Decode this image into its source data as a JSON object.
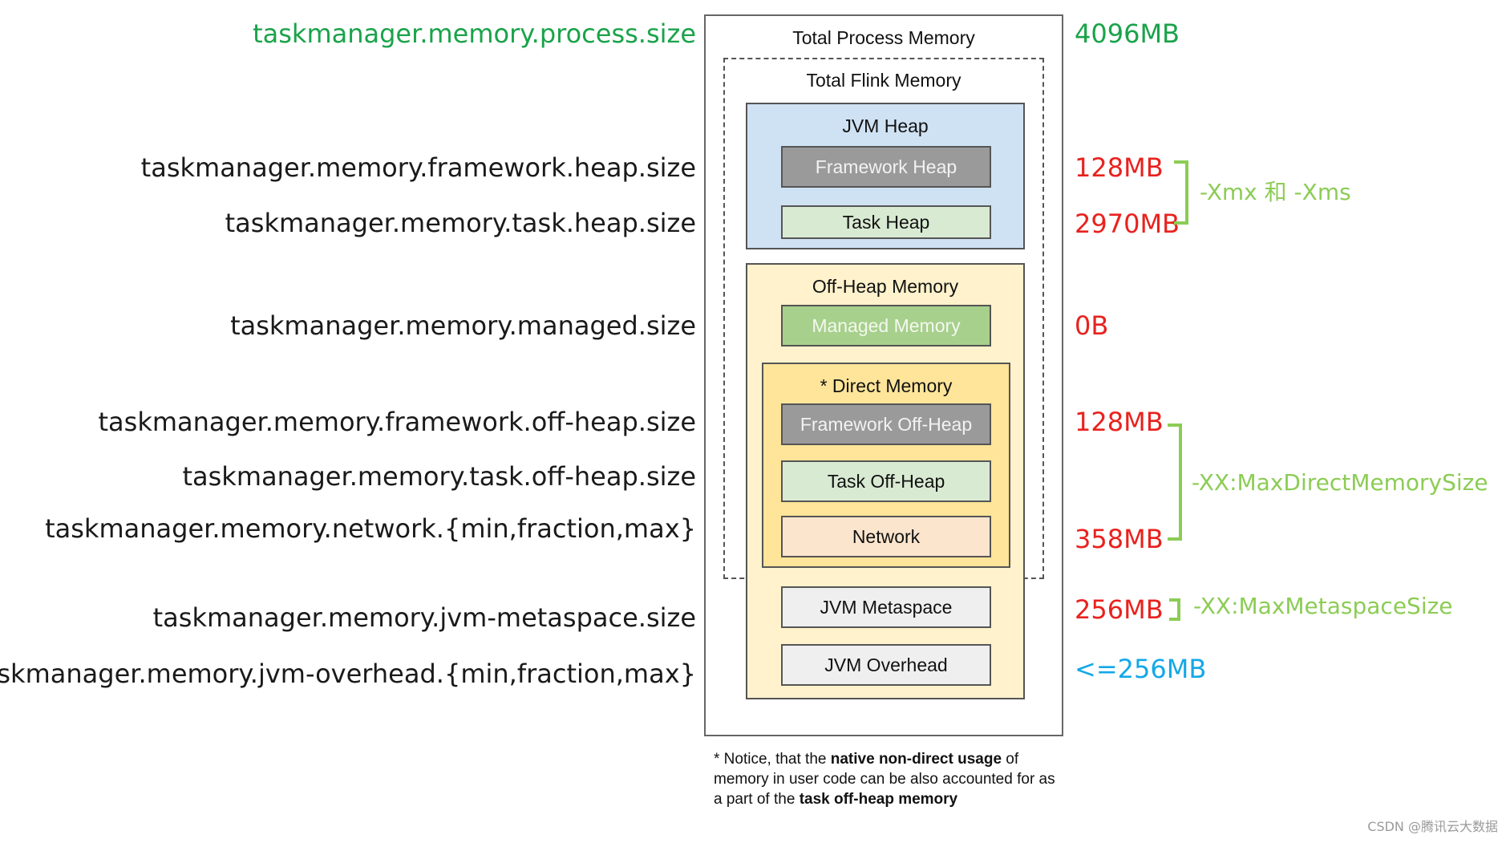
{
  "params": {
    "process": "taskmanager.memory.process.size",
    "framework_heap": "taskmanager.memory.framework.heap.size",
    "task_heap": "taskmanager.memory.task.heap.size",
    "managed": "taskmanager.memory.managed.size",
    "framework_offheap": "taskmanager.memory.framework.off-heap.size",
    "task_offheap": "taskmanager.memory.task.off-heap.size",
    "network": "taskmanager.memory.network.{min,fraction,max}",
    "metaspace": "taskmanager.memory.jvm-metaspace.size",
    "overhead": "taskmanager.memory.jvm-overhead.{min,fraction,max}"
  },
  "diagram": {
    "total_process": "Total Process Memory",
    "total_flink": "Total Flink Memory",
    "jvm_heap": "JVM Heap",
    "framework_heap": "Framework Heap",
    "task_heap": "Task Heap",
    "offheap": "Off-Heap Memory",
    "managed": "Managed Memory",
    "direct": "* Direct Memory",
    "framework_offheap": "Framework Off-Heap",
    "task_offheap": "Task Off-Heap",
    "network": "Network",
    "metaspace": "JVM Metaspace",
    "overhead": "JVM Overhead"
  },
  "values": {
    "process": "4096MB",
    "framework_heap": "128MB",
    "task_heap": "2970MB",
    "managed": "0B",
    "framework_offheap": "128MB",
    "network": "358MB",
    "metaspace": "256MB",
    "overhead": "<=256MB"
  },
  "jvm_flags": {
    "heap": "-Xmx 和 -Xms",
    "direct": "-XX:MaxDirectMemorySize",
    "metaspace": "-XX:MaxMetaspaceSize"
  },
  "notice": {
    "p1": "* Notice, that the ",
    "b1": "native non-direct usage",
    "p2": " of memory in user code can be also accounted for as a part of the ",
    "b2": "task off-heap memory"
  },
  "watermark": "CSDN @腾讯云大数据",
  "colors": {
    "param_green": "#1aa34a",
    "value_red": "#e8221e",
    "value_blue": "#13a8e8",
    "flag_green": "#8ccc55",
    "heap_blue": "#cfe2f3",
    "offheap_yellow": "#fff2cc",
    "direct_yellow": "#ffe599"
  }
}
